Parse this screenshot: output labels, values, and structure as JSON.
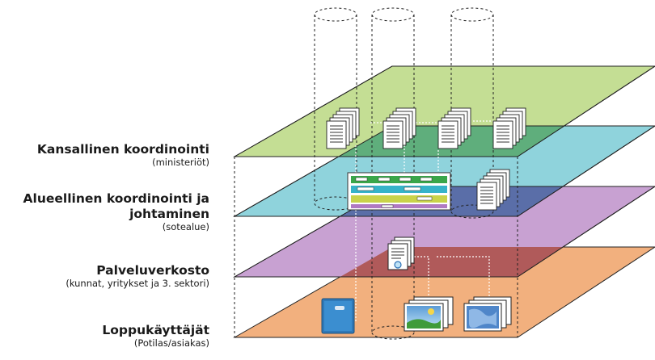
{
  "layers": [
    {
      "title": "Kansallinen koordinointi",
      "subtitle": "(ministeriöt)",
      "color": "#c4de94"
    },
    {
      "title": "Alueellinen koordinointi ja johtaminen",
      "title_line1": "Alueellinen koordinointi ja",
      "title_line2": "johtaminen",
      "subtitle": "(sotealue)",
      "color": "#8fd3dc"
    },
    {
      "title": "Palveluverkosto",
      "subtitle": "(kunnat, yritykset ja 3. sektori)",
      "color": "#c8a1d2"
    },
    {
      "title": "Loppukäyttäjät",
      "subtitle": "(Potilas/asiakas)",
      "color": "#f2b07e"
    }
  ],
  "overlap_colors": {
    "green_cyan": "#5fae7c",
    "cyan_purple": "#5a6ea8",
    "purple_orange": "#b05a5a"
  },
  "icons": {
    "document_stack": "document-stack-icon",
    "dashboard": "dashboard-window-icon",
    "certified_document": "certified-document-icon",
    "tablet": "tablet-device-icon",
    "photo_stack": "photo-stack-icon",
    "map_stack": "map-stack-icon"
  }
}
